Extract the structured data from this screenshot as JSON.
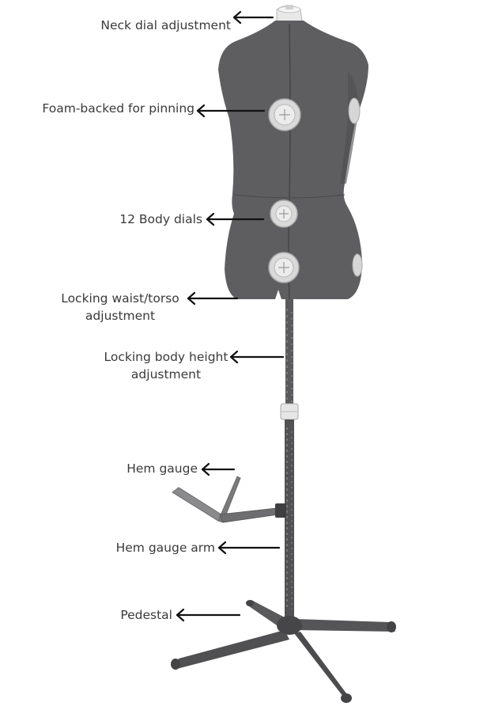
{
  "labels": {
    "neck_dial": "Neck dial adjustment",
    "foam_backed": "Foam-backed for pinning",
    "body_dials": "12 Body dials",
    "waist_line1": "Locking waist/torso",
    "waist_line2": "adjustment",
    "height_line1": "Locking body height",
    "height_line2": "adjustment",
    "hem_gauge": "Hem gauge",
    "hem_gauge_arm": "Hem gauge arm",
    "pedestal": "Pedestal"
  },
  "colors": {
    "torso": "#5e5e60",
    "torso_dark": "#4a4a4c",
    "dial": "#dcdcdc",
    "pole": "#4f4f51",
    "arrow": "#111111",
    "text": "#3a3a3a"
  }
}
